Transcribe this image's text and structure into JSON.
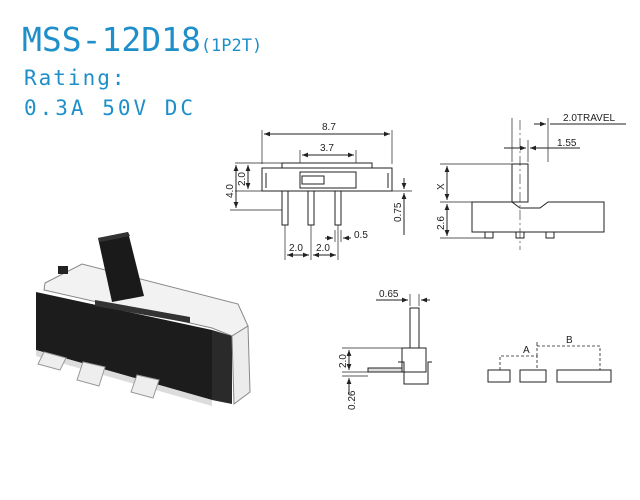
{
  "title": {
    "model": "MSS-12D18",
    "config": "(1P2T)"
  },
  "rating": {
    "label": "Rating:",
    "value": "0.3A  50V  DC"
  },
  "front_view": {
    "width_label": "8.7",
    "inner_width_label": "3.7",
    "top_height_label": "2.0",
    "total_height_label": "4.0",
    "pin_thickness_label": "0.75",
    "pitch1_label": "2.0",
    "pitch2_label": "2.0",
    "pin_width_label": "0.5"
  },
  "side_view": {
    "travel_label": "2.0TRAVEL",
    "actuator_label": "1.55",
    "actuator_height_label": "X",
    "body_height_label": "2.6"
  },
  "pin_detail": {
    "width_label": "0.65",
    "height_label": "2.0",
    "thickness_label": "0.26"
  },
  "schematic": {
    "a_label": "A",
    "b_label": "B"
  },
  "colors": {
    "title": "#1f8fc9",
    "switch_body": "#1a1a1a",
    "frame": "#f0f0f0"
  }
}
